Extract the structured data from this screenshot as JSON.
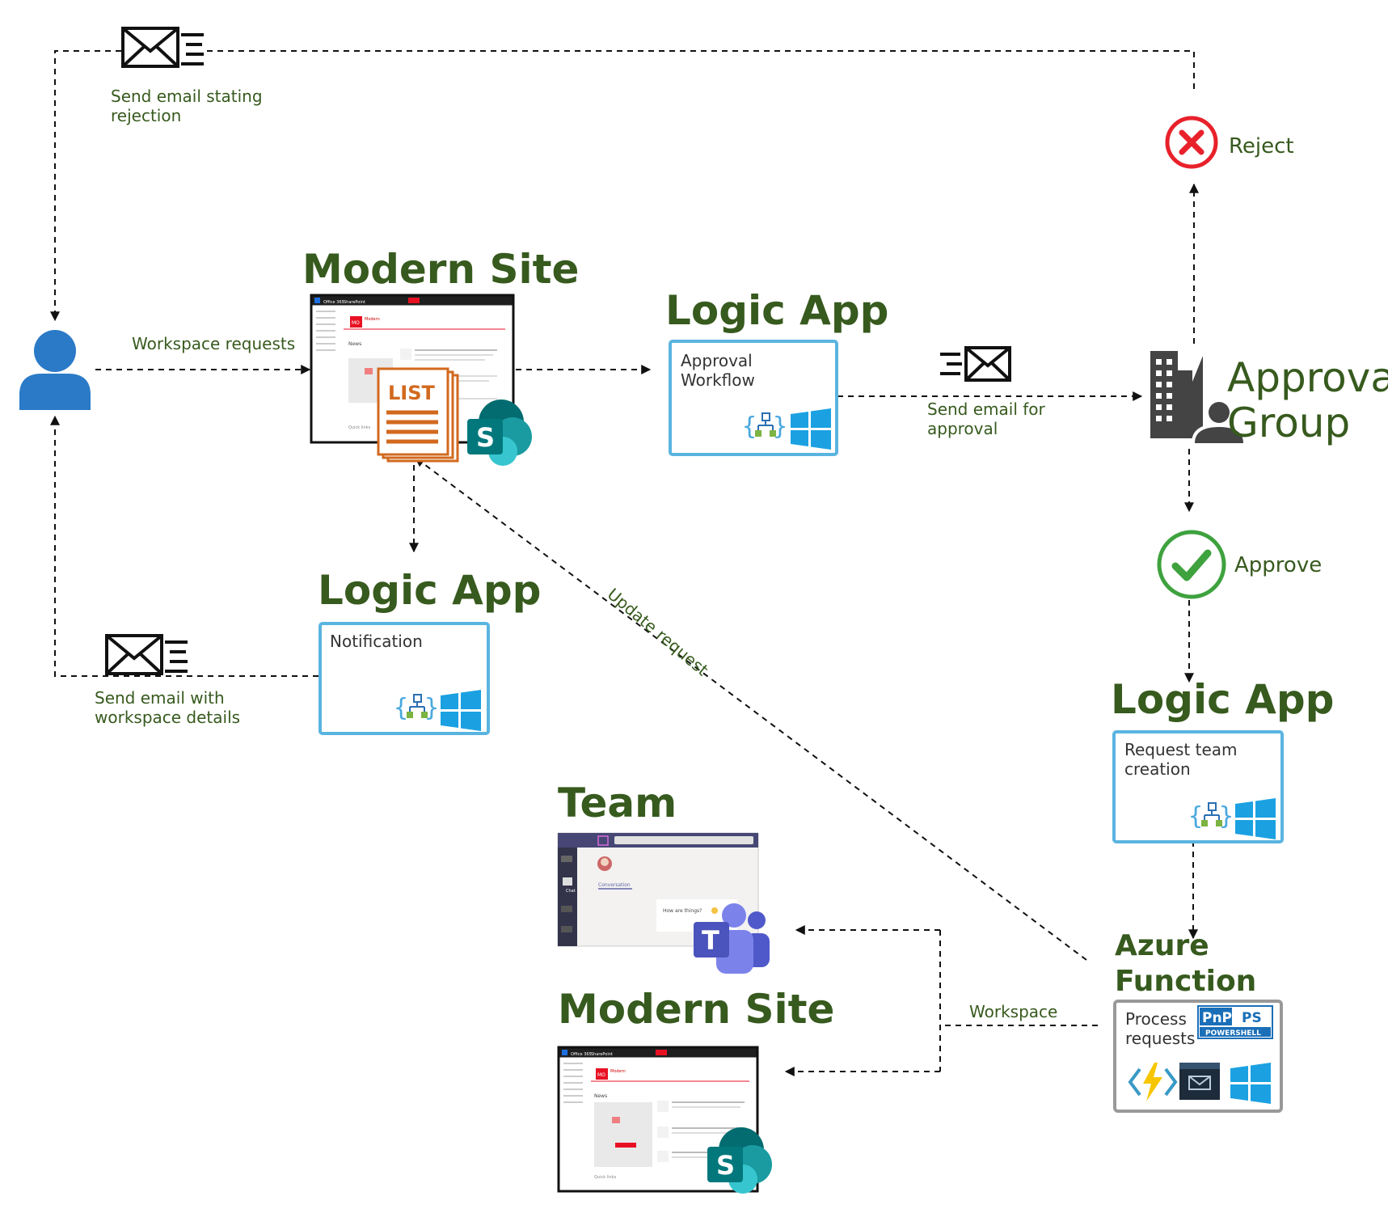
{
  "labels": {
    "send_rejection_1": "Send email stating",
    "send_rejection_2": "rejection",
    "workspace_requests": "Workspace requests",
    "send_approval_1": "Send email for",
    "send_approval_2": "approval",
    "send_details_1": "Send email with",
    "send_details_2": "workspace details",
    "update_request": "Update request",
    "workspace": "Workspace"
  },
  "titles": {
    "modern_site_top": "Modern Site",
    "logic_app_approval": "Logic App",
    "logic_app_notification": "Logic App",
    "logic_app_team": "Logic App",
    "team": "Team",
    "modern_site_bottom": "Modern Site",
    "azure_function_1": "Azure",
    "azure_function_2": "Function"
  },
  "boxes": {
    "approval_1": "Approval",
    "approval_2": "Workflow",
    "notification": "Notification",
    "request_1": "Request team",
    "request_2": "creation",
    "process_1": "Process",
    "process_2": "requests"
  },
  "approval_group": {
    "line1": "Approval",
    "line2": "Group"
  },
  "decisions": {
    "reject": "Reject",
    "approve": "Approve"
  },
  "logos": {
    "list": "LIST",
    "sharepoint": "S",
    "teams": "T",
    "pnp": "PnP",
    "ps": "PS",
    "powershell": "POWERSHELL"
  },
  "mockups": {
    "office": "Office 365",
    "sharepoint": "SharePoint",
    "site_badge": "MO",
    "site_name": "Modern",
    "news": "News",
    "quick_links": "Quick links",
    "conversation": "Conversation",
    "chat": "Chat",
    "how_are_things": "How are things?"
  },
  "colors": {
    "title_green": "#375a1e",
    "box_border": "#5ab4e0",
    "user_blue": "#2a7ac7",
    "reject_red": "#e8212b",
    "approve_green": "#3ea23e",
    "sharepoint_teal": "#0b7a7a",
    "teams_purple": "#5b5fc7",
    "list_orange": "#d2691e"
  }
}
